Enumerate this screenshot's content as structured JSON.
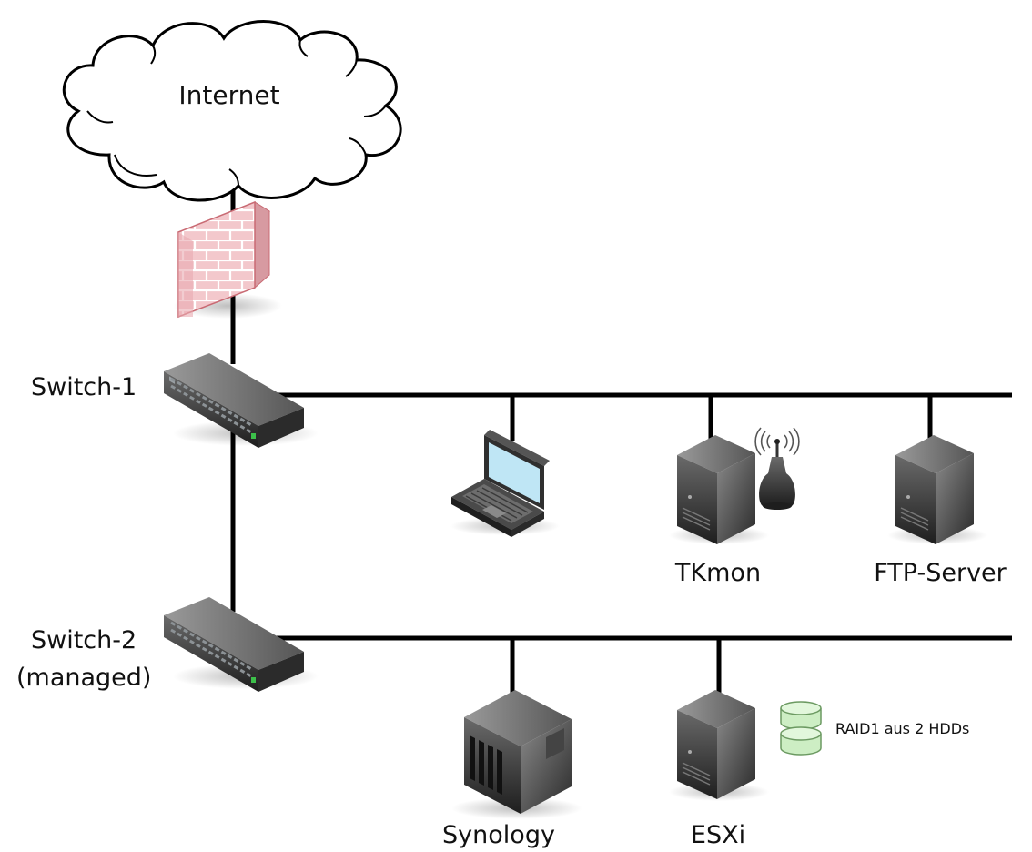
{
  "labels": {
    "internet": "Internet",
    "switch1": "Switch-1",
    "switch2_line1": "Switch-2",
    "switch2_line2": "(managed)",
    "tkmon": "TKmon",
    "ftp_server": "FTP-Server",
    "synology": "Synology",
    "esxi": "ESXi",
    "raid": "RAID1 aus 2 HDDs"
  },
  "colors": {
    "line": "#000000",
    "firewall_fill": "#f3c8cc",
    "firewall_mortar": "#c96b74",
    "device_dark": "#3a3a3a",
    "laptop_screen": "#bfe6f5",
    "raid_fill": "#cdeec4"
  }
}
